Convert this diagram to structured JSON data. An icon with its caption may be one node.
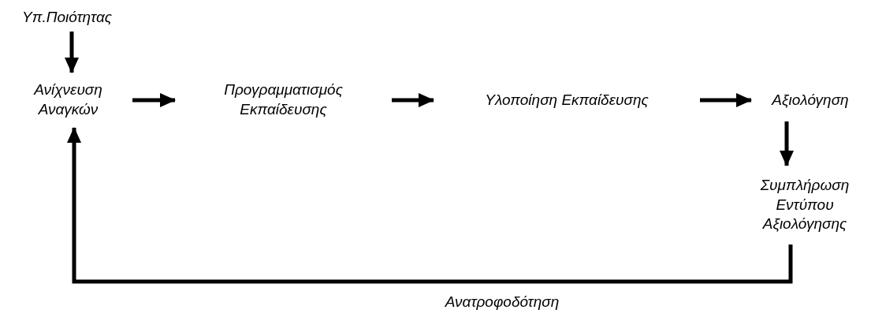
{
  "diagram": {
    "nodes": [
      {
        "text": [
          "Υπ.Ποιότητας"
        ]
      },
      {
        "text": [
          "Ανίχνευση Αναγκών"
        ]
      },
      {
        "text": [
          "Προγραμματισμός Εκπαίδευσης"
        ]
      },
      {
        "text": [
          "Υλοποίηση Εκπαίδευσης"
        ]
      },
      {
        "text": [
          "Αξιολόγηση"
        ]
      },
      {
        "text": [
          "Συμπλήρωση Εντύπου Αξιολόγησης"
        ]
      }
    ],
    "edges": [
      {
        "from": 0,
        "to": 1,
        "arrow": "to"
      },
      {
        "from": 1,
        "to": 2,
        "arrow": "to"
      },
      {
        "from": 2,
        "to": 3,
        "arrow": "to"
      },
      {
        "from": 3,
        "to": 4,
        "arrow": "to"
      },
      {
        "from": 4,
        "to": 5,
        "arrow": "to"
      },
      {
        "from": 5,
        "to": 1,
        "arrow": "to",
        "label": "Ανατροφοδότηση"
      }
    ]
  }
}
